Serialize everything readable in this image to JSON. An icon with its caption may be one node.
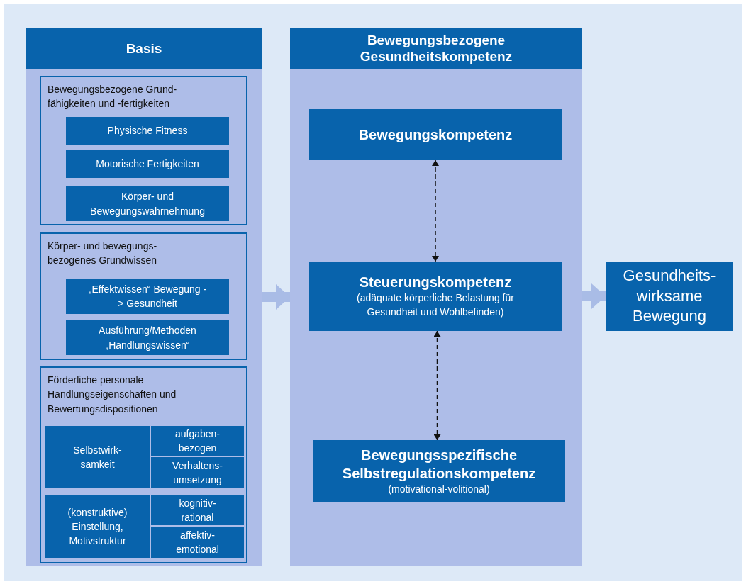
{
  "diagram": {
    "nodes": [
      {
        "text": [
          "Basis"
        ]
      },
      {
        "text": [
          "Bewegungsbezogene Grund- fähigkeiten und -fertigkeiten"
        ],
        "in": 0
      },
      {
        "text": [
          "Physische Fitness"
        ],
        "in": 1
      },
      {
        "text": [
          "Motorische Fertigkeiten"
        ],
        "in": 1
      },
      {
        "text": [
          "Körper- und Bewegungswahrnehmung"
        ],
        "in": 1
      },
      {
        "text": [
          "Körper- und bewegungs- bezogenes Grundwissen"
        ],
        "in": 0
      },
      {
        "text": [
          "„Effektwissen“ Bewegung -> Gesundheit"
        ],
        "in": 5
      },
      {
        "text": [
          "Ausführung/Methoden „Handlungswissen“"
        ],
        "in": 5
      },
      {
        "text": [
          "Förderliche personale Handlungseigenschaften und Bewertungsdispositionen"
        ],
        "in": 0
      },
      {
        "text": [
          "Selbstwirk- samkeit"
        ],
        "in": 8
      },
      {
        "text": [
          "aufgaben- bezogen"
        ],
        "in": 8
      },
      {
        "text": [
          "Verhaltens- umsetzung"
        ],
        "in": 8
      },
      {
        "text": [
          "(konstruktive) Einstellung, Motivstruktur"
        ],
        "in": 8
      },
      {
        "text": [
          "kognitiv- rational"
        ],
        "in": 8
      },
      {
        "text": [
          "affektiv- emotional"
        ],
        "in": 8
      },
      {
        "text": [
          "Bewegungsbezogene Gesundheitskompetenz"
        ]
      },
      {
        "text": [
          "Bewegungskompetenz"
        ],
        "in": 15
      },
      {
        "text": [
          "Steuerungskompetenz",
          "(adäquate körperliche Belastung für Gesundheit und Wohlbefinden)"
        ],
        "in": 15
      },
      {
        "text": [
          "Bewegungsspezifische Selbstregulationskompetenz",
          "(motivational-volitional)"
        ],
        "in": 15
      },
      {
        "text": [
          "Gesundheits- wirksame Bewegung"
        ]
      }
    ],
    "edges": [
      {
        "from": 0,
        "to": 15,
        "arrow": "to",
        "style": "thick",
        "color": "#a9bce6"
      },
      {
        "from": 16,
        "to": 17,
        "arrow": "both",
        "style": "dashed",
        "color": "#111111"
      },
      {
        "from": 17,
        "to": 18,
        "arrow": "both",
        "style": "dashed",
        "color": "#111111"
      },
      {
        "from": 15,
        "to": 19,
        "arrow": "to",
        "style": "thick",
        "color": "#a9bce6"
      }
    ]
  }
}
